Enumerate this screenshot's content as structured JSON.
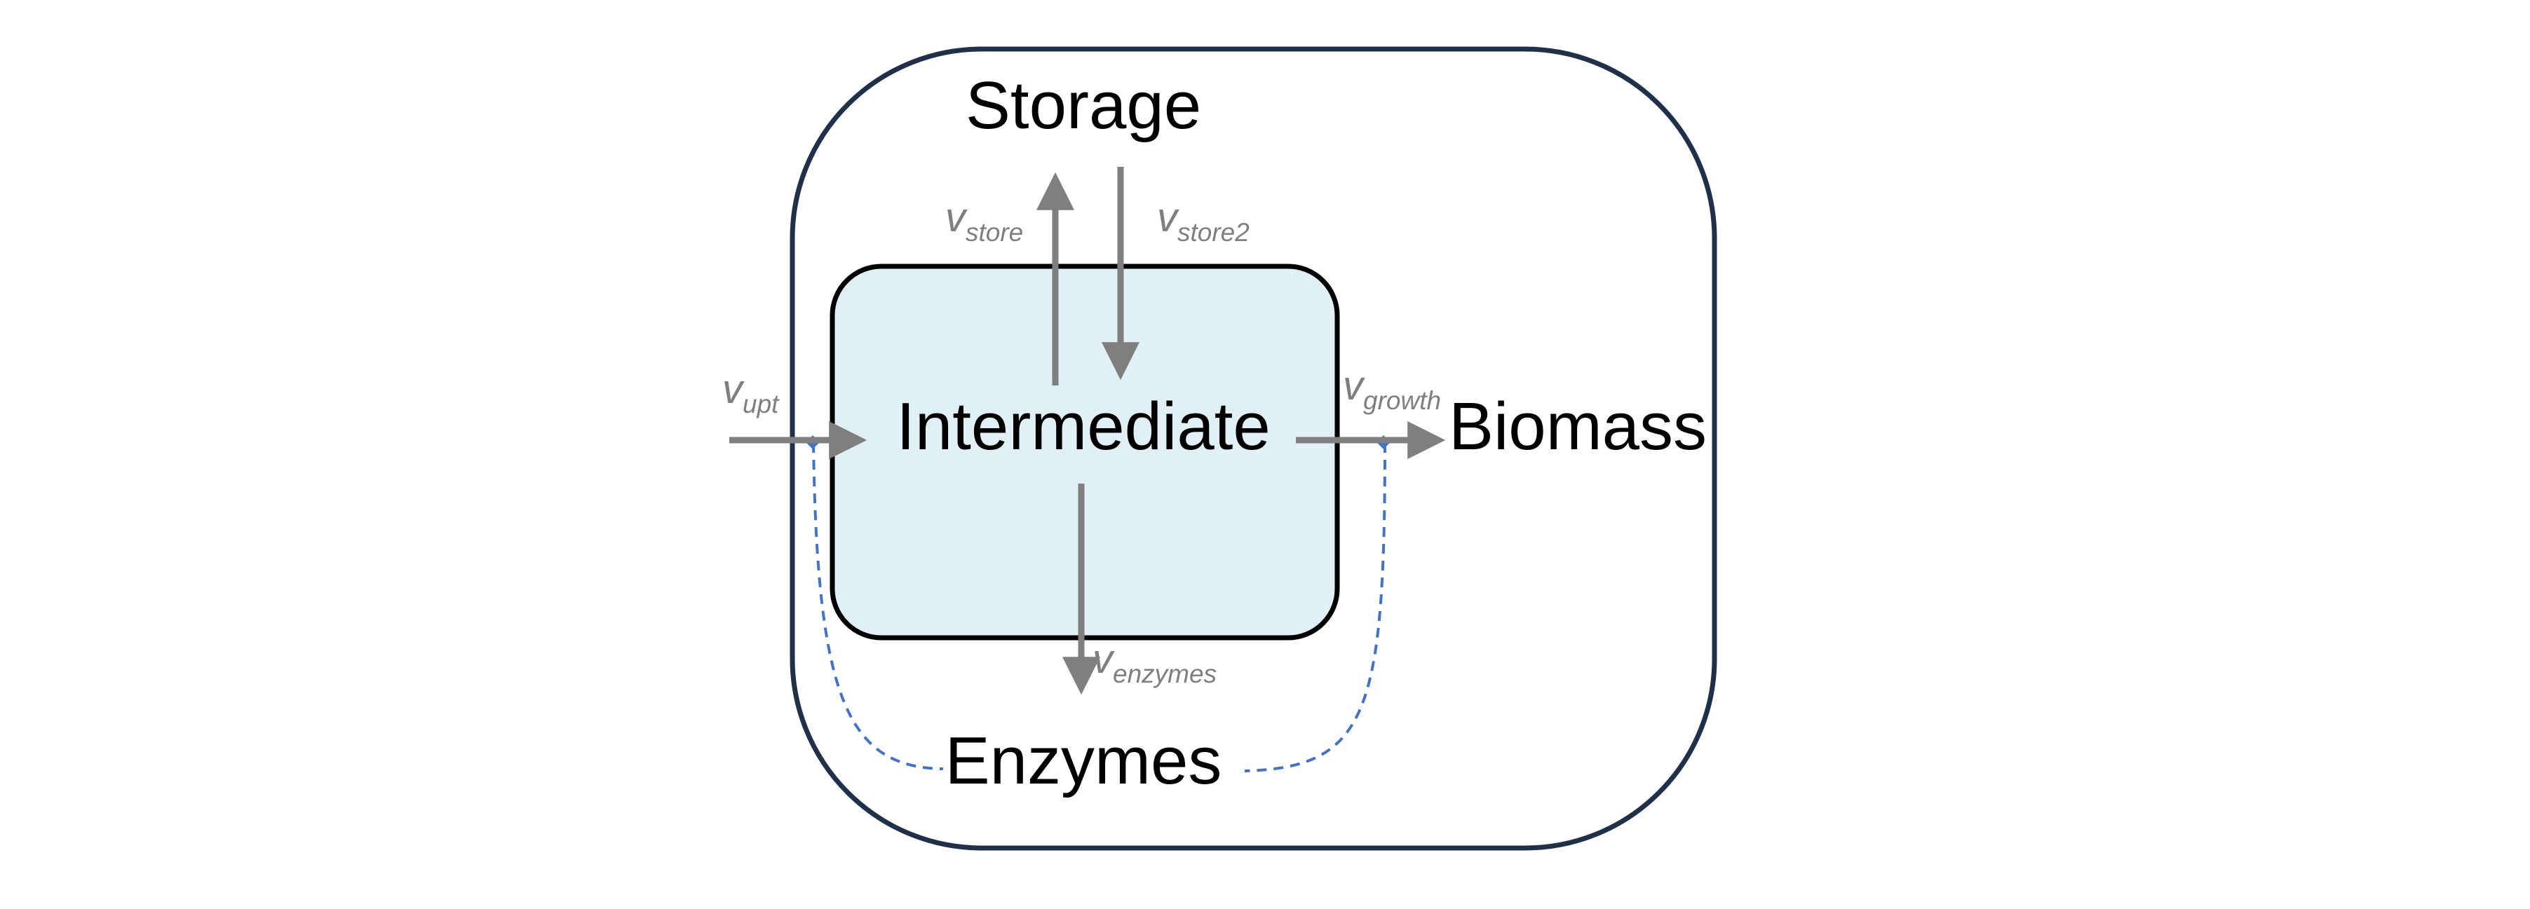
{
  "nodes": {
    "storage": "Storage",
    "intermediate": "Intermediate",
    "biomass": "Biomass",
    "enzymes": "Enzymes"
  },
  "fluxes": {
    "upt": {
      "symbol": "v",
      "subscript": "upt"
    },
    "store": {
      "symbol": "v",
      "subscript": "store"
    },
    "store2": {
      "symbol": "v",
      "subscript": "store2"
    },
    "growth": {
      "symbol": "v",
      "subscript": "growth"
    },
    "enzymes": {
      "symbol": "v",
      "subscript": "enzymes"
    }
  },
  "colors": {
    "cell_border": "#1f3048",
    "intermediate_fill": "#e1f0f5",
    "intermediate_border": "#000000",
    "flux_arrow": "#7f7f7f",
    "regulation_line": "#4472c4"
  }
}
